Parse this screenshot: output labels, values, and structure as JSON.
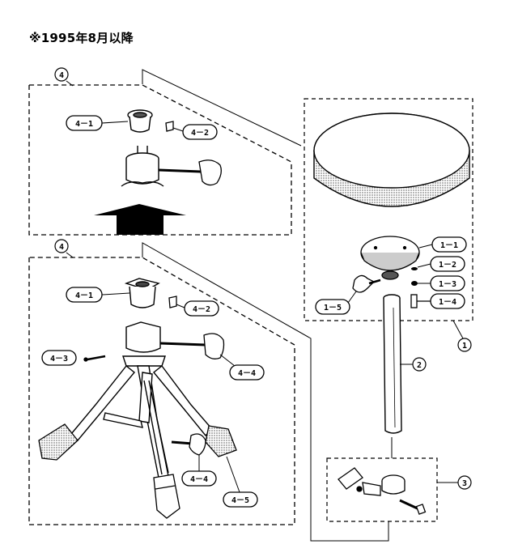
{
  "header": {
    "title": "※1995年8月以降"
  },
  "callouts": {
    "g4_top": "4",
    "g4_bottom": "4",
    "g1": "1",
    "g2": "2",
    "g3": "3"
  },
  "labels": {
    "t_4_1": "4－1",
    "t_4_2": "4－2",
    "b_4_1": "4－1",
    "b_4_2": "4－2",
    "b_4_3": "4－3",
    "b_4_4a": "4－4",
    "b_4_4b": "4－4",
    "b_4_5": "4－5",
    "s_1_1": "1－1",
    "s_1_2": "1－2",
    "s_1_3": "1－3",
    "s_1_4": "1－4",
    "s_1_5": "1－5"
  }
}
